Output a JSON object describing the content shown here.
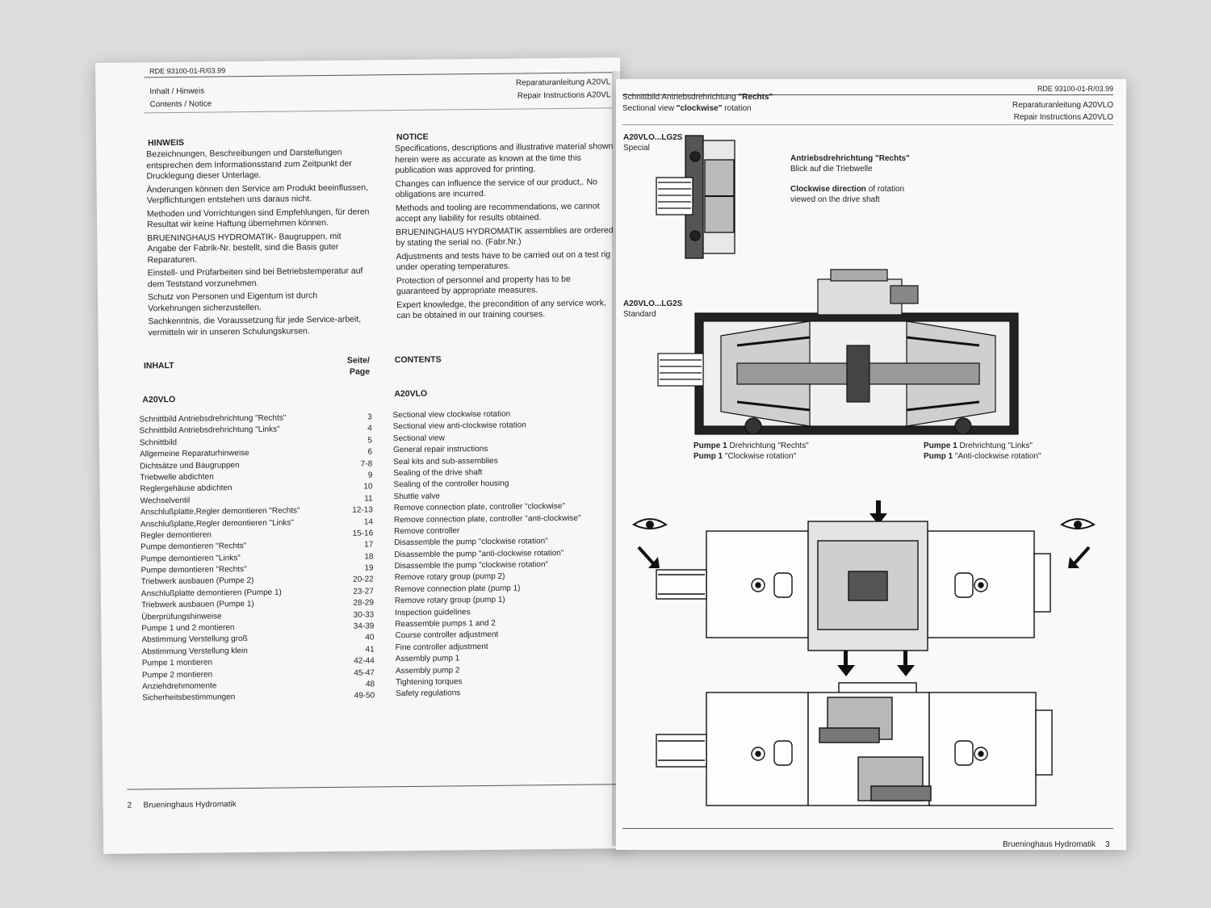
{
  "left_page": {
    "doc_code": "RDE 93100-01-R/03.99",
    "header_de": "Inhalt / Hinweis",
    "header_en": "Contents / Notice",
    "header_right_de": "Reparaturanleitung A20VL",
    "header_right_en": "Repair Instructions A20VL",
    "notice_de_title": "HINWEIS",
    "notice_de": [
      "Bezeichnungen, Beschreibungen und Darstellungen entsprechen dem Informationsstand zum Zeitpunkt der Drucklegung dieser Unterlage.",
      "Änderungen können den Service am Produkt beeinflussen, Verpflichtungen entstehen uns daraus nicht.",
      "Methoden und Vorrichtungen sind Empfehlungen, für deren Resultat wir keine Haftung übernehmen können.",
      "BRUENINGHAUS HYDROMATIK- Baugruppen, mit Angabe der Fabrik-Nr. bestellt, sind die Basis guter Reparaturen.",
      "Einstell- und Prüfarbeiten sind bei Betriebstemperatur auf dem Teststand vorzunehmen.",
      "Schutz von Personen und Eigentum ist durch Vorkehrungen sicherzustellen.",
      "Sachkenntnis, die Voraussetzung für jede Service-arbeit, vermitteln wir in unseren Schulungskursen."
    ],
    "notice_en_title": "NOTICE",
    "notice_en": [
      "Specifications, descriptions and illustrative material shown herein were as accurate as known at the time this publication was approved for printing.",
      "Changes can influence the service of our product,. No obligations are incurred.",
      "Methods and tooling are recommendations, we cannot accept any liability for results obtained.",
      "BRUENINGHAUS HYDROMATIK assemblies are ordered by stating the serial no. (Fabr.Nr.)",
      "Adjustments and tests have to be carried out on a test rig under operating temperatures.",
      "Protection of personnel and property has to be guaranteed by appropriate measures.",
      "Expert knowledge, the precondition of any service work, can be obtained in our training courses."
    ],
    "toc_de_title": "INHALT",
    "toc_page_label_1": "Seite/",
    "toc_page_label_2": "Page",
    "toc_en_title": "CONTENTS",
    "toc_model_de": "A20VLO",
    "toc_model_en": "A20VLO",
    "toc": [
      {
        "de": "Schnittbild Antriebsdrehrichtung \"Rechts\"",
        "page": "3",
        "en": "Sectional view clockwise rotation"
      },
      {
        "de": "Schnittbild Antriebsdrehrichtung \"Links\"",
        "page": "4",
        "en": "Sectional view anti-clockwise rotation"
      },
      {
        "de": "Schnittbild",
        "page": "5",
        "en": "Sectional view"
      },
      {
        "de": "Allgemeine Reparaturhinweise",
        "page": "6",
        "en": "General repair instructions"
      },
      {
        "de": "Dichtsätze und Baugruppen",
        "page": "7-8",
        "en": "Seal kits and sub-assemblies"
      },
      {
        "de": "Triebwelle abdichten",
        "page": "9",
        "en": "Sealing of the drive shaft"
      },
      {
        "de": "Reglergehäuse abdichten",
        "page": "10",
        "en": "Sealing of the controller housing"
      },
      {
        "de": "Wechselventil",
        "page": "11",
        "en": "Shuttle valve"
      },
      {
        "de": "Anschlußplatte,Regler demontieren \"Rechts\"",
        "page": "12-13",
        "en": "Remove connection plate, controller \"clockwise\""
      },
      {
        "de": "Anschlußplatte,Regler demontieren \"Links\"",
        "page": "14",
        "en": "Remove connection plate, controller \"anti-clockwise\""
      },
      {
        "de": "Regler demontieren",
        "page": "15-16",
        "en": "Remove controller"
      },
      {
        "de": "Pumpe demontieren \"Rechts\"",
        "page": "17",
        "en": "Disassemble the pump \"clockwise rotation\""
      },
      {
        "de": "Pumpe demontieren \"Links\"",
        "page": "18",
        "en": "Disassemble the pump \"anti-clockwise rotation\""
      },
      {
        "de": "Pumpe demontieren \"Rechts\"",
        "page": "19",
        "en": "Disassemble the pump \"clockwise rotation\""
      },
      {
        "de": "Triebwerk ausbauen (Pumpe 2)",
        "page": "20-22",
        "en": "Remove rotary group (pump 2)"
      },
      {
        "de": "Anschlußplatte demontieren (Pumpe 1)",
        "page": "23-27",
        "en": "Remove connection plate (pump 1)"
      },
      {
        "de": "Triebwerk ausbauen (Pumpe 1)",
        "page": "28-29",
        "en": "Remove rotary group (pump 1)"
      },
      {
        "de": "Überprüfungshinweise",
        "page": "30-33",
        "en": "Inspection guidelines"
      },
      {
        "de": "Pumpe 1 und 2 montieren",
        "page": "34-39",
        "en": "Reassemble pumps 1 and 2"
      },
      {
        "de": "Abstimmung Verstellung groß",
        "page": "40",
        "en": "Course controller adjustment"
      },
      {
        "de": "Abstimmung Verstellung klein",
        "page": "41",
        "en": "Fine controller adjustment"
      },
      {
        "de": "Pumpe 1 montieren",
        "page": "42-44",
        "en": "Assembly pump 1"
      },
      {
        "de": "Pumpe 2 montieren",
        "page": "45-47",
        "en": "Assembly pump 2"
      },
      {
        "de": "Anziehdrehmomente",
        "page": "48",
        "en": "Tightening torques"
      },
      {
        "de": "Sicherheitsbestimmungen",
        "page": "49-50",
        "en": "Safety regulations"
      }
    ],
    "page_number": "2",
    "footer_brand": "Brueninghaus Hydromatik"
  },
  "right_page": {
    "doc_code": "RDE 93100-01-R/03.99",
    "header_de_prefix": "Schnittbild Antriebsdrehrichtung ",
    "header_de_bold": "\"Rechts\"",
    "header_en_prefix": "Sectional view ",
    "header_en_bold": "\"clockwise\"",
    "header_en_suffix": " rotation",
    "header_right_de": "Reparaturanleitung A20VLO",
    "header_right_en": "Repair Instructions A20VLO",
    "fig1_model": "A20VLO...LG2S",
    "fig1_variant": "Special",
    "direction_de_bold": "Antriebsdrehrichtung \"Rechts\"",
    "direction_de_sub": "Blick auf die Triebwelle",
    "direction_en_bold": "Clockwise direction",
    "direction_en_rest": " of rotation",
    "direction_en_sub": "viewed on the drive shaft",
    "fig2_model": "A20VLO...LG2S",
    "fig2_variant": "Standard",
    "pump_left_1_bold": "Pumpe 1",
    "pump_left_1_rest": " Drehrichtung \"Rechts\"",
    "pump_left_2_bold": "Pump 1",
    "pump_left_2_rest": " \"Clockwise rotation\"",
    "pump_right_1_bold": "Pumpe 1",
    "pump_right_1_rest": " Drehrichtung \"Links\"",
    "pump_right_2_bold": "Pump 1",
    "pump_right_2_rest": " \"Anti-clockwise rotation\"",
    "footer_brand": "Brueninghaus Hydromatik",
    "page_number": "3"
  }
}
